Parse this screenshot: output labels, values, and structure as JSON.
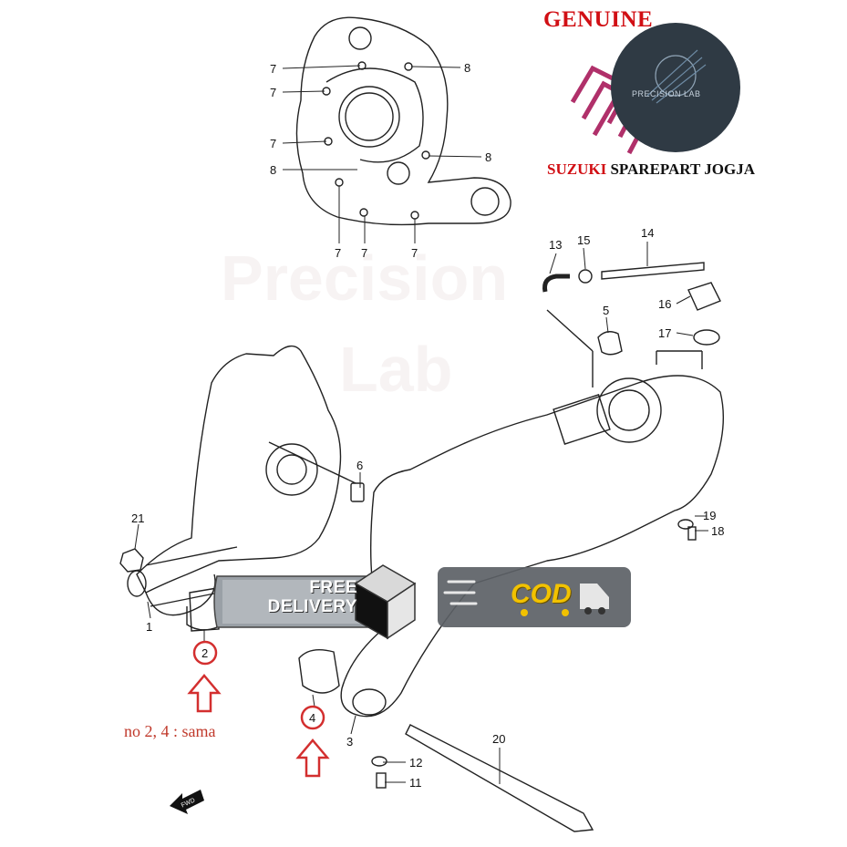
{
  "header": {
    "brand_title": "GENUINE",
    "brand_title_accent": "#d10f14",
    "shop_brand": "SUZUKI",
    "shop_name": "SPAREPART JOGJA",
    "logo_text": "PRECISION LAB"
  },
  "watermark": {
    "line1": "Precision",
    "line2": "Lab"
  },
  "callouts": {
    "c1": "1",
    "c2": "2",
    "c3": "3",
    "c4": "4",
    "c5": "5",
    "c6": "6",
    "c7": "7",
    "c8": "8",
    "c11": "11",
    "c12": "12",
    "c13": "13",
    "c14": "14",
    "c15": "15",
    "c16": "16",
    "c17": "17",
    "c18": "18",
    "c19": "19",
    "c20": "20",
    "c21": "21"
  },
  "note": "no 2, 4 : sama",
  "highlight_color": "#d32f2f",
  "banners": {
    "free_line1": "FREE",
    "free_line2": "DELIVERY",
    "cod": "COD"
  },
  "icons": [
    "box-icon",
    "truck-icon",
    "fwd-arrow-icon",
    "up-arrow-icon",
    "gear-icon"
  ]
}
